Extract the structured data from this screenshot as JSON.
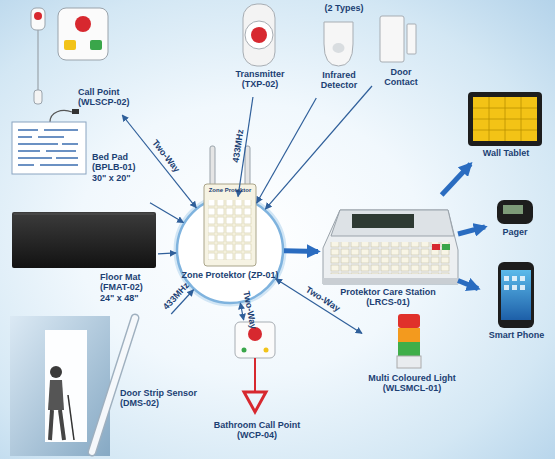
{
  "diagram": {
    "nodes": [
      {
        "text": [
          "Call Point (WLSCP-02)"
        ]
      },
      {
        "text": [
          "Transmitter (TXP-02)"
        ]
      },
      {
        "text": [
          "Infrared Detector"
        ]
      },
      {
        "text": [
          "Door Contact"
        ]
      },
      {
        "text": [
          "Bed Pad (BPLB-01)",
          "30\" x 20\""
        ]
      },
      {
        "text": [
          "Floor Mat (FMAT-02)",
          "24\" x 48\""
        ]
      },
      {
        "text": [
          "Door Strip Sensor (DMS-02)"
        ]
      },
      {
        "text": [
          "Zone Protektor (ZP-01)"
        ]
      },
      {
        "text": [
          "Bathroom Call Point (WCP-04)"
        ]
      },
      {
        "text": [
          "Multi Coloured Light (WLSMCL-01)"
        ]
      },
      {
        "text": [
          "Protektor Care Station (LRCS-01)"
        ]
      },
      {
        "text": [
          "Wall Tablet"
        ]
      },
      {
        "text": [
          "Pager"
        ]
      },
      {
        "text": [
          "Smart Phone"
        ]
      }
    ],
    "edges": [
      {
        "from": 0,
        "to": 7,
        "arrow": "both",
        "label": "Two-Way"
      },
      {
        "from": 1,
        "to": 7,
        "arrow": "to",
        "label": "433MHz"
      },
      {
        "from": 2,
        "to": 7,
        "arrow": "to"
      },
      {
        "from": 3,
        "to": 7,
        "arrow": "to"
      },
      {
        "from": 4,
        "to": 7,
        "arrow": "to"
      },
      {
        "from": 5,
        "to": 7,
        "arrow": "to"
      },
      {
        "from": 6,
        "to": 7,
        "arrow": "to",
        "label": "433MHz"
      },
      {
        "from": 8,
        "to": 7,
        "arrow": "both",
        "label": "Two-Way"
      },
      {
        "from": 9,
        "to": 7,
        "arrow": "both",
        "label": "Two-Way"
      },
      {
        "from": 7,
        "to": 10,
        "arrow": "to"
      },
      {
        "from": 10,
        "to": 11,
        "arrow": "to"
      },
      {
        "from": 10,
        "to": 12,
        "arrow": "to"
      },
      {
        "from": 10,
        "to": 13,
        "arrow": "to"
      }
    ],
    "labels": [
      "(2 Types)",
      "Zone Protektor"
    ]
  }
}
